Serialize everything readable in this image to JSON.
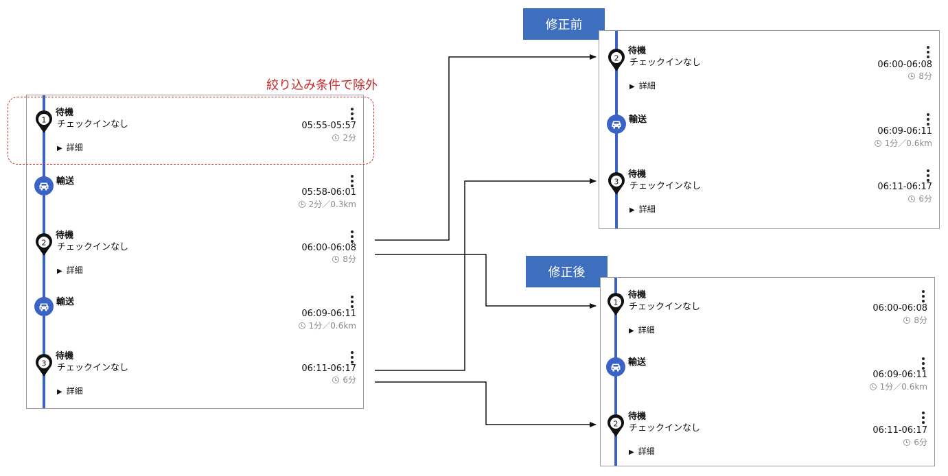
{
  "labels": {
    "before": "修正前",
    "after": "修正後",
    "excluded": "絞り込み条件で除外"
  },
  "colors": {
    "route_line": "#3b63c7",
    "label_bg": "#3d6fbe",
    "excluded": "#c62828"
  },
  "left": {
    "items": [
      {
        "type": "wait",
        "num": "1",
        "title": "待機",
        "sub": "チェックインなし",
        "time": "05:55-05:57",
        "dur": "2分",
        "detail": "詳細"
      },
      {
        "type": "move",
        "title": "輸送",
        "time": "05:58-06:01",
        "dur": "2分／0.3km"
      },
      {
        "type": "wait",
        "num": "2",
        "title": "待機",
        "sub": "チェックインなし",
        "time": "06:00-06:08",
        "dur": "8分",
        "detail": "詳細"
      },
      {
        "type": "move",
        "title": "輸送",
        "time": "06:09-06:11",
        "dur": "1分／0.6km"
      },
      {
        "type": "wait",
        "num": "3",
        "title": "待機",
        "sub": "チェックインなし",
        "time": "06:11-06:17",
        "dur": "6分",
        "detail": "詳細"
      }
    ]
  },
  "before": {
    "items": [
      {
        "type": "wait",
        "num": "2",
        "title": "待機",
        "sub": "チェックインなし",
        "time": "06:00-06:08",
        "dur": "8分",
        "detail": "詳細"
      },
      {
        "type": "move",
        "title": "輸送",
        "time": "06:09-06:11",
        "dur": "1分／0.6km"
      },
      {
        "type": "wait",
        "num": "3",
        "title": "待機",
        "sub": "チェックインなし",
        "time": "06:11-06:17",
        "dur": "6分",
        "detail": "詳細"
      }
    ]
  },
  "after": {
    "items": [
      {
        "type": "wait",
        "num": "1",
        "title": "待機",
        "sub": "チェックインなし",
        "time": "06:00-06:08",
        "dur": "8分",
        "detail": "詳細"
      },
      {
        "type": "move",
        "title": "輸送",
        "time": "06:09-06:11",
        "dur": "1分／0.6km"
      },
      {
        "type": "wait",
        "num": "2",
        "title": "待機",
        "sub": "チェックインなし",
        "time": "06:11-06:17",
        "dur": "6分",
        "detail": "詳細"
      }
    ]
  }
}
